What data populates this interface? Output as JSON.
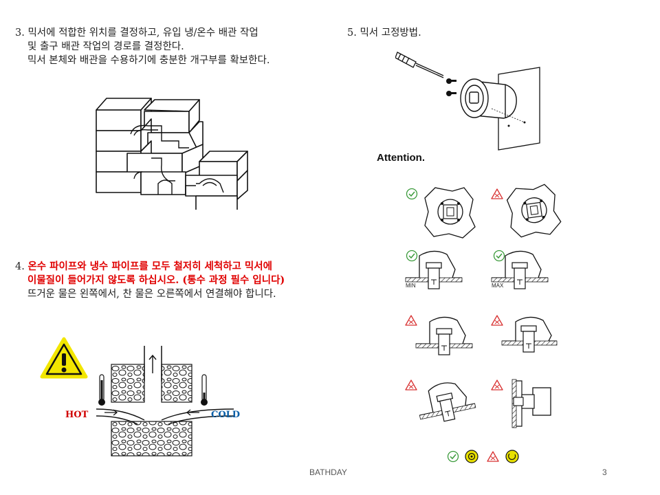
{
  "step3": {
    "lines": [
      "3. 믹서에 적합한 위치를 결정하고, 유입 냉/온수 배관 작업",
      "및 출구 배관 작업의 경로를 결정한다.",
      "믹서 본체와 배관을 수용하기에 충분한 개구부를 확보한다."
    ]
  },
  "step4": {
    "number": "4.",
    "warning_line1": "온수 파이프와 냉수 파이프를 모두 철저히 세척하고 믹서에",
    "warning_line2": "이물질이 들어가지 않도록 하십시오. (통수 과정 필수 입니다)",
    "note": "뜨거운 물은 왼쪽에서, 찬 물은 오른쪽에서 연결해야 합니다.",
    "hot_label": "HOT",
    "cold_label": "COLD",
    "colors": {
      "hot": "#d00000",
      "cold": "#0a5fa8",
      "warning": "#e00000",
      "warning_sign": "#f2e600"
    }
  },
  "step5": {
    "title": "5. 믹서 고정방법."
  },
  "attention": {
    "title": "Attention.",
    "min_label": "MIN",
    "max_label": "MAX",
    "colors": {
      "ok": "#3a9a3a",
      "bad": "#d83030",
      "badge": "#e8e000"
    }
  },
  "footer": {
    "brand": "BATHDAY",
    "page": "3"
  }
}
